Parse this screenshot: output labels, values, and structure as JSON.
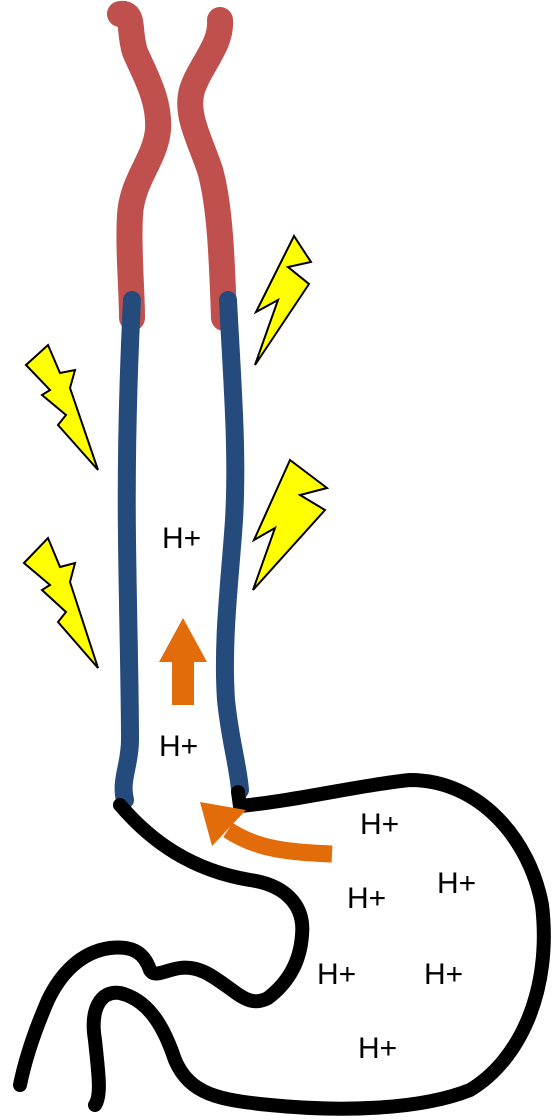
{
  "colors": {
    "background": "#ffffff",
    "pharynx_red": "#c0504d",
    "esophagus_blue": "#254a7c",
    "stomach_outline": "#000000",
    "arrow_orange": "#e36c0a",
    "bolt_yellow": "#ffff00",
    "bolt_outline": "#000000"
  },
  "labels": {
    "esophagus_upper": "H+",
    "esophagus_lower": "H+",
    "stomach_1": "H+",
    "stomach_2": "H+",
    "stomach_3": "H+",
    "stomach_4": "H+",
    "stomach_5": "H+",
    "stomach_6": "H+"
  },
  "icons": {
    "pain_bolts": [
      "lightning-bolt-icon",
      "lightning-bolt-icon",
      "lightning-bolt-icon",
      "lightning-bolt-icon"
    ],
    "reflux_arrows": [
      "arrow-up-icon",
      "curved-arrow-icon"
    ]
  }
}
